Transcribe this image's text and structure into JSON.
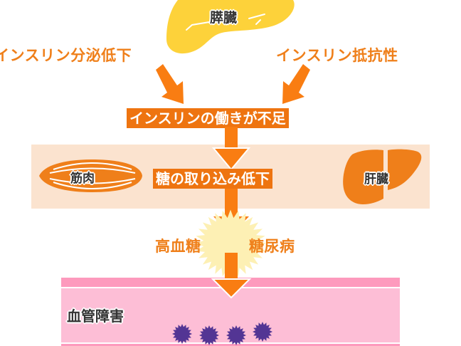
{
  "diagram": {
    "top_organ": {
      "label": "膵臓",
      "color": "#fdd23a"
    },
    "cause_left": "インスリン分泌低下",
    "cause_right": "インスリン抵抗性",
    "result_box": "インスリンの働きが不足",
    "tissue_band": {
      "left_organ": "筋肉",
      "center_box": "糖の取り込み低下",
      "right_organ": "肝臓",
      "band_color": "#fbe3cf",
      "organ_color": "#ef7f1a"
    },
    "burst": {
      "left": "高血糖",
      "right": "糖尿病",
      "color": "#fdf0b4"
    },
    "vessel": {
      "label": "血管障害",
      "outer_color": "#fd9abd",
      "inner_color": "#fdbed6",
      "particle_color": "#533594",
      "particle_count": 4
    },
    "colors": {
      "accent_text": "#ef7f1a",
      "box_fill": "#ee7410",
      "arrow": "#f97d12"
    }
  }
}
